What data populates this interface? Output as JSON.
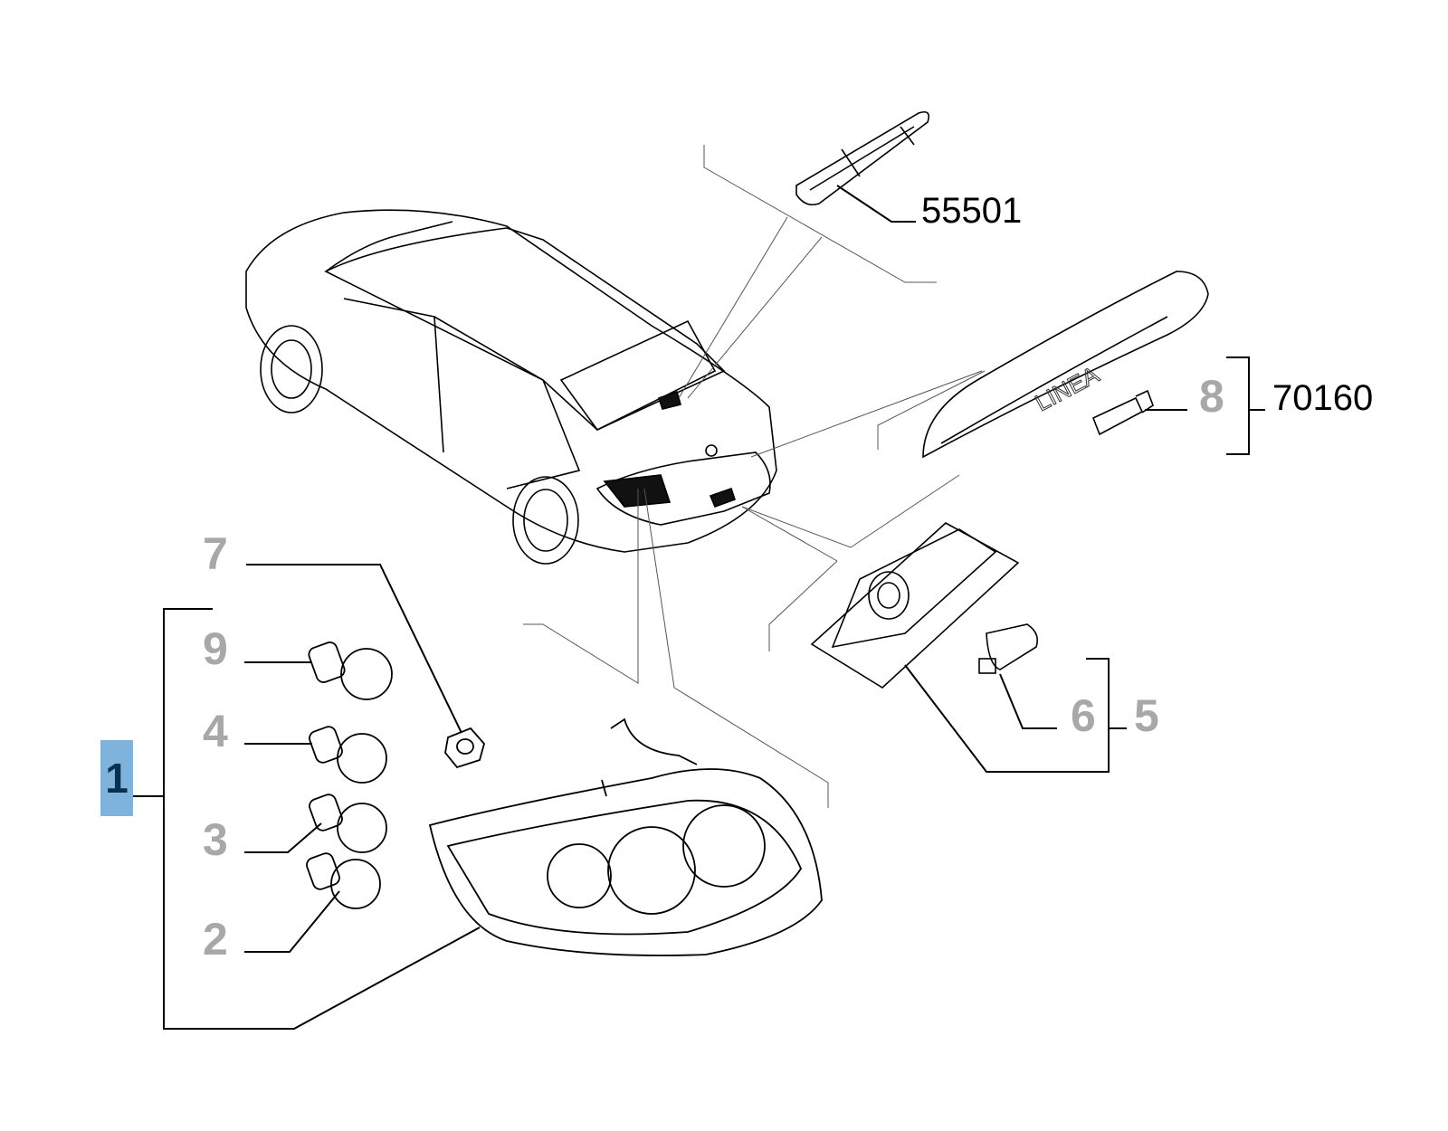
{
  "part_codes": {
    "high_stop_lamp": "55501",
    "plate_lamp_group": "70160"
  },
  "reference_numbers": {
    "tail_lamp_assembly": "1",
    "bulb_2": "2",
    "bulb_3": "3",
    "bulb_4": "4",
    "plate_lamp": "5",
    "plate_bulb": "6",
    "nut": "7",
    "trim_bulb": "8",
    "bulb_9": "9"
  },
  "colors": {
    "highlight_bg": "#7fb3dc",
    "highlight_text": "#0a3050",
    "ref_gray": "#a8a8a8"
  }
}
